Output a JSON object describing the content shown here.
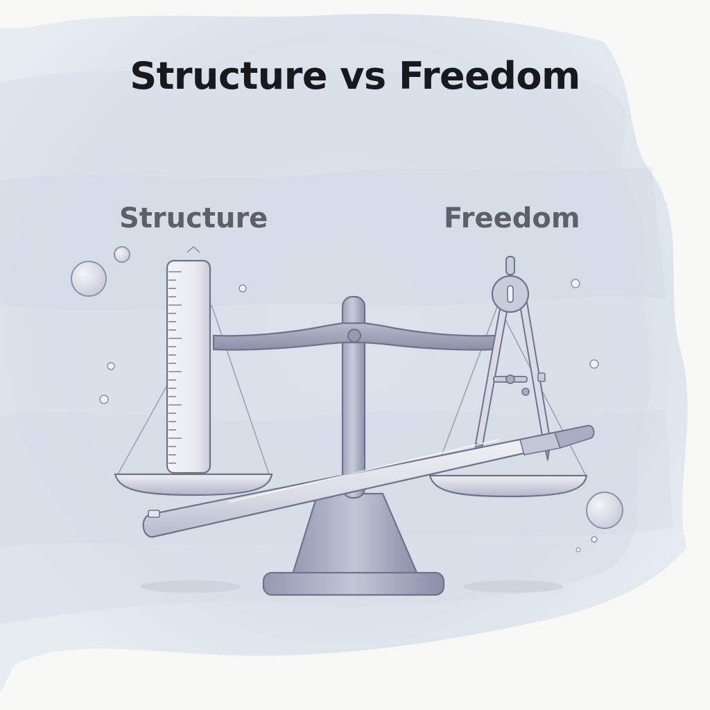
{
  "title": "Structure vs Freedom",
  "labels": {
    "left": "Structure",
    "right": "Freedom"
  },
  "illustration": {
    "left_pan_object": "ruler-icon",
    "right_pan_object": "compass-icon",
    "foreground_object": "pencil-icon",
    "centerpiece": "balance-scale-icon"
  },
  "colors": {
    "title": "#17191c",
    "label": "#5d6068",
    "wash": "#dfe6ee",
    "metal_light": "#d9dbe6",
    "metal_mid": "#a9adc3",
    "metal_dark": "#7d8199",
    "outline": "#6f7388"
  }
}
